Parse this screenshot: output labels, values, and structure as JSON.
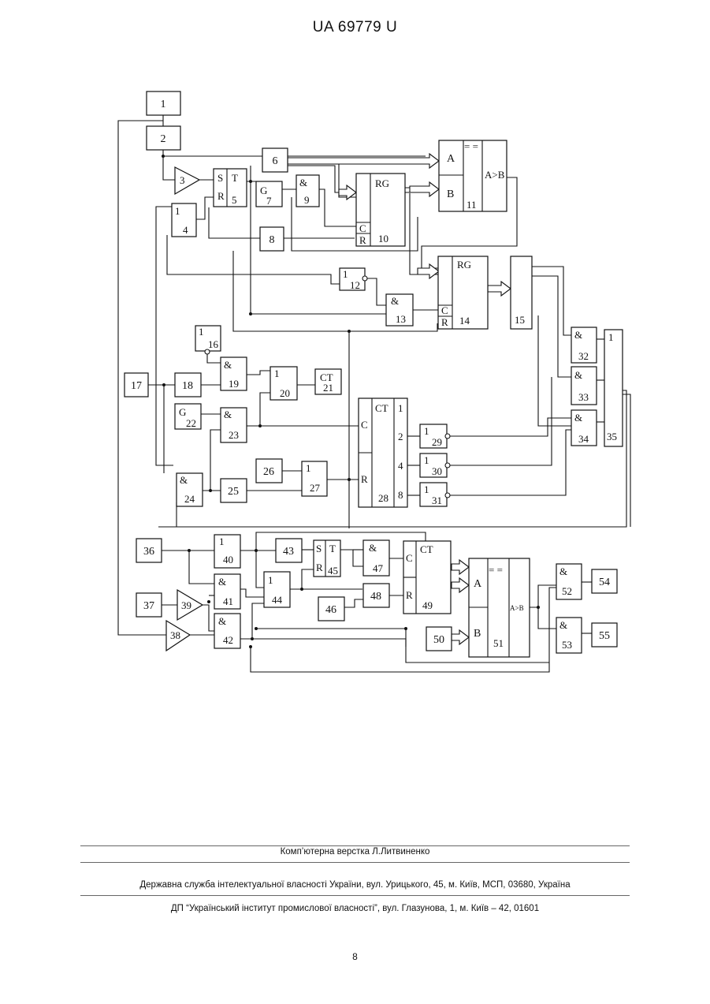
{
  "header": {
    "doc_number": "UA   69779   U"
  },
  "blocks": [
    {
      "id": "b1",
      "label": "",
      "num": "1"
    },
    {
      "id": "b2",
      "label": "",
      "num": "2"
    },
    {
      "id": "b3",
      "label": "",
      "num": "3"
    },
    {
      "id": "b4",
      "label": "1",
      "num": "4"
    },
    {
      "id": "b5",
      "label": "S R T",
      "num": "5"
    },
    {
      "id": "b6",
      "label": "",
      "num": "6"
    },
    {
      "id": "b7",
      "label": "G",
      "num": "7"
    },
    {
      "id": "b8",
      "label": "",
      "num": "8"
    },
    {
      "id": "b9",
      "label": "&",
      "num": "9"
    },
    {
      "id": "b10",
      "label": "RG C R",
      "num": "10"
    },
    {
      "id": "b11",
      "label": "A B == A>B",
      "num": "11"
    },
    {
      "id": "b12",
      "label": "1",
      "num": "12"
    },
    {
      "id": "b13",
      "label": "&",
      "num": "13"
    },
    {
      "id": "b14",
      "label": "RG C R",
      "num": "14"
    },
    {
      "id": "b15",
      "label": "",
      "num": "15"
    },
    {
      "id": "b16",
      "label": "1",
      "num": "16"
    },
    {
      "id": "b17",
      "label": "",
      "num": "17"
    },
    {
      "id": "b18",
      "label": "",
      "num": "18"
    },
    {
      "id": "b19",
      "label": "&",
      "num": "19"
    },
    {
      "id": "b20",
      "label": "1",
      "num": "20"
    },
    {
      "id": "b21",
      "label": "CT",
      "num": "21"
    },
    {
      "id": "b22",
      "label": "G",
      "num": "22"
    },
    {
      "id": "b23",
      "label": "&",
      "num": "23"
    },
    {
      "id": "b24",
      "label": "&",
      "num": "24"
    },
    {
      "id": "b25",
      "label": "",
      "num": "25"
    },
    {
      "id": "b26",
      "label": "",
      "num": "26"
    },
    {
      "id": "b27",
      "label": "1",
      "num": "27"
    },
    {
      "id": "b28",
      "label": "CT C R 1 2 4 8",
      "num": "28"
    },
    {
      "id": "b29",
      "label": "1",
      "num": "29"
    },
    {
      "id": "b30",
      "label": "1",
      "num": "30"
    },
    {
      "id": "b31",
      "label": "1",
      "num": "31"
    },
    {
      "id": "b32",
      "label": "&",
      "num": "32"
    },
    {
      "id": "b33",
      "label": "&",
      "num": "33"
    },
    {
      "id": "b34",
      "label": "&",
      "num": "34"
    },
    {
      "id": "b35",
      "label": "1",
      "num": "35"
    },
    {
      "id": "b36",
      "label": "",
      "num": "36"
    },
    {
      "id": "b37",
      "label": "",
      "num": "37"
    },
    {
      "id": "b38",
      "label": "",
      "num": "38"
    },
    {
      "id": "b39",
      "label": "",
      "num": "39"
    },
    {
      "id": "b40",
      "label": "1",
      "num": "40"
    },
    {
      "id": "b41",
      "label": "&",
      "num": "41"
    },
    {
      "id": "b42",
      "label": "&",
      "num": "42"
    },
    {
      "id": "b43",
      "label": "",
      "num": "43"
    },
    {
      "id": "b44",
      "label": "1",
      "num": "44"
    },
    {
      "id": "b45",
      "label": "S R T",
      "num": "45"
    },
    {
      "id": "b46",
      "label": "",
      "num": "46"
    },
    {
      "id": "b47",
      "label": "&",
      "num": "47"
    },
    {
      "id": "b48",
      "label": "",
      "num": "48"
    },
    {
      "id": "b49",
      "label": "CT C R",
      "num": "49"
    },
    {
      "id": "b50",
      "label": "",
      "num": "50"
    },
    {
      "id": "b51",
      "label": "A B == A>B",
      "num": "51"
    },
    {
      "id": "b52",
      "label": "&",
      "num": "52"
    },
    {
      "id": "b53",
      "label": "&",
      "num": "53"
    },
    {
      "id": "b54",
      "label": "",
      "num": "54"
    },
    {
      "id": "b55",
      "label": "",
      "num": "55"
    }
  ],
  "footer": {
    "layout_credit": "Комп’ютерна верстка Л.Литвиненко",
    "agency": "Державна служба інтелектуальної власності України, вул. Урицького, 45, м. Київ, МСП, 03680, Україна",
    "institute": "ДП “Український інститут промислової власності”, вул. Глазунова, 1, м. Київ – 42, 01601",
    "page_number": "8"
  }
}
